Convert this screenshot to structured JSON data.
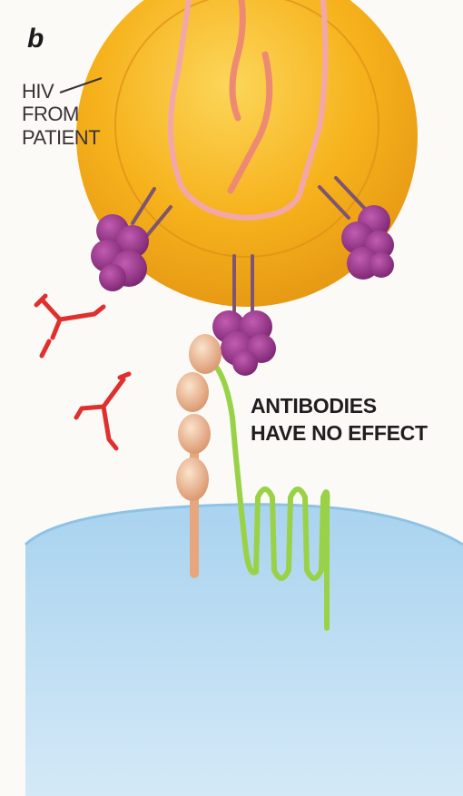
{
  "panel": {
    "letter": "b"
  },
  "labels": {
    "virus": [
      "HIV",
      "FROM",
      "PATIENT"
    ],
    "effect": [
      "ANTIBODIES",
      "HAVE NO EFFECT"
    ]
  },
  "colors": {
    "background": "#fbfaf7",
    "virus_envelope": "#f6b21c",
    "virus_core": "#f9c640",
    "virus_edge": "#d98a14",
    "rna": "#f08f7e",
    "core_outline": "#f3a3a8",
    "glycoprotein": "#8f2c82",
    "stalk": "#8b5a7a",
    "antibody": "#e0302e",
    "cd4_receptor": "#e6a77e",
    "coreceptor": "#9ad247",
    "cell_membrane": "#a9d3ef",
    "cell_body": "#c9e3f5"
  }
}
